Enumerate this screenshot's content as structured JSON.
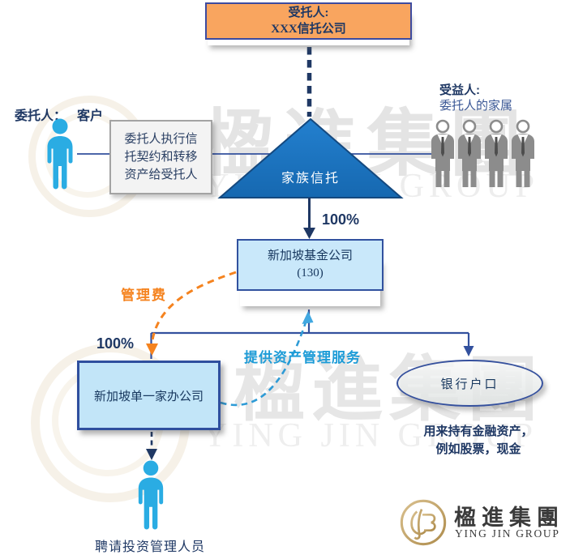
{
  "watermark": {
    "cn": "楹進集團",
    "en": "YING JIN GROUP"
  },
  "trustee_box": {
    "title": "受托人:",
    "subtitle": "XXX信托公司"
  },
  "settlor": {
    "label": "委托人：",
    "value": "客户"
  },
  "transfer_box": {
    "text": "委托人执行信托契约和转移资产给受托人"
  },
  "trust_triangle": {
    "label": "家族信托"
  },
  "beneficiaries": {
    "title": "受益人:",
    "subtitle": "委托人的家属",
    "icon_count": 4
  },
  "fund_company": {
    "name": "新加坡基金公司",
    "code": "(130)"
  },
  "family_office": {
    "name": "新加坡单一家办公司"
  },
  "bank": {
    "label": "银行户口",
    "note_line1": "用来持有金融资产，",
    "note_line2": "例如股票，现金"
  },
  "edges": {
    "ownership_to_fund": "100%",
    "ownership_to_family_office": "100%",
    "management_fee": "管理费",
    "asset_services": "提供资产管理服务",
    "hire_caption": "聘请投资管理人员"
  },
  "logo": {
    "cn": "楹進集團",
    "en": "YING JIN GROUP"
  },
  "colors": {
    "navy_text": "#1F3864",
    "line_blue": "#33519E",
    "triangle_blue": "#1B74C4",
    "box_orange": "#F9A55F",
    "box_border": "#31519F",
    "light_blue_fill": "#C9E8FA",
    "family_office_fill": "#C2E5F8",
    "cyan_dashed": "#2E9BD6",
    "orange_dashed": "#F5831F",
    "person_blue": "#2AACE3",
    "people_gray": "#8C8C8C",
    "ellipse_fill": "#E8EBEA",
    "gold_logo": "#C3A061",
    "watermark_gray": "#E5E5E5"
  }
}
